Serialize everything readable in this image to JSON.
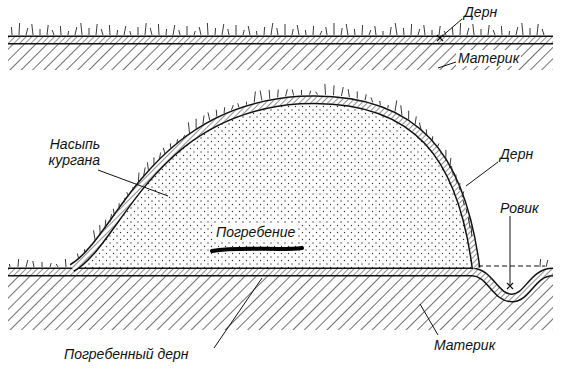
{
  "diagram": {
    "labels": [
      "Дерн",
      "Материк",
      "Насыпь кургана",
      "Дерн",
      "Ровик",
      "Погребение",
      "Погребенный дерн",
      "Материк"
    ]
  }
}
